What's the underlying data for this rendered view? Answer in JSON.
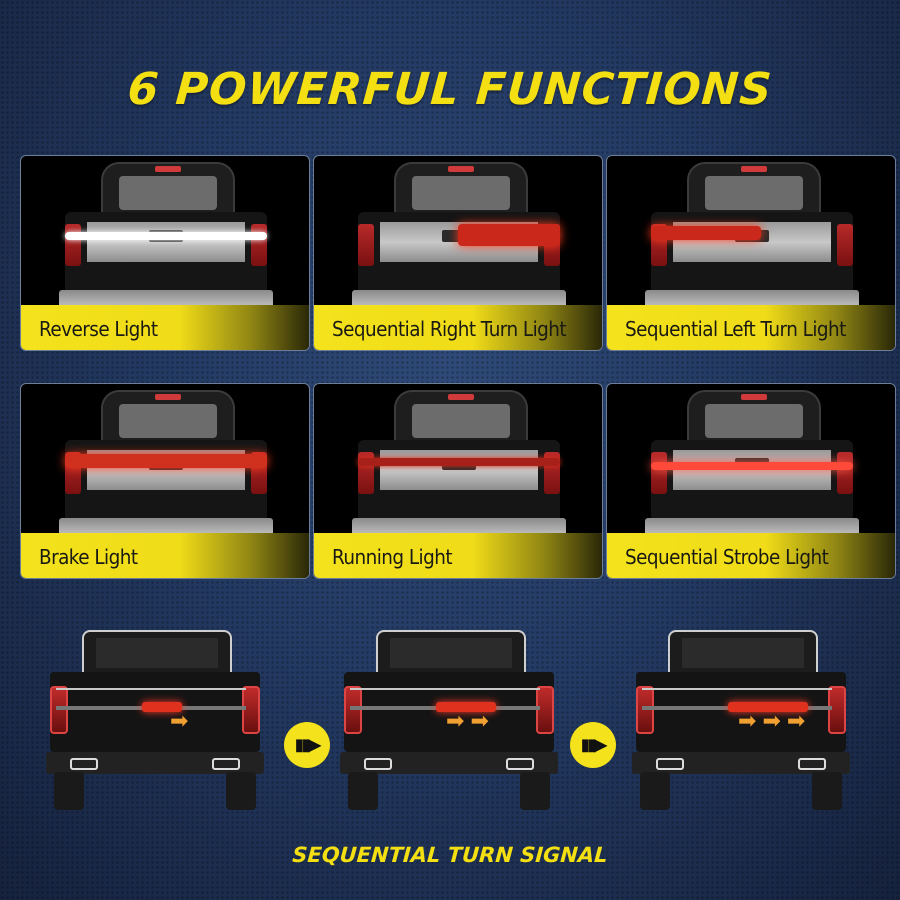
{
  "header": {
    "title": "6 POWERFUL FUNCTIONS"
  },
  "functions": [
    {
      "label": "Reverse Light",
      "mode": "reverse",
      "strip_color": "#ffffff"
    },
    {
      "label": "Sequential Right Turn Light",
      "mode": "right-turn",
      "strip_color": "#e0311f"
    },
    {
      "label": "Sequential Left Turn Light",
      "mode": "left-turn",
      "strip_color": "#e0311f"
    },
    {
      "label": "Brake Light",
      "mode": "brake",
      "strip_color": "#e0311f"
    },
    {
      "label": "Running Light",
      "mode": "running",
      "strip_color": "#c8281a"
    },
    {
      "label": "Sequential Strobe Light",
      "mode": "strobe",
      "strip_color": "#e0311f"
    }
  ],
  "sequence": {
    "steps": [
      {
        "arrows": 1,
        "arrow_icon": "orange-right-arrow"
      },
      {
        "arrows": 2,
        "arrow_icon": "orange-right-arrow"
      },
      {
        "arrows": 3,
        "arrow_icon": "orange-right-arrow"
      }
    ],
    "connector_icon": "next-step-arrow-icon",
    "title": "SEQUENTIAL TURN SIGNAL"
  },
  "colors": {
    "accent_yellow": "#f3df12",
    "background_blue": "#233a63",
    "arrow_orange": "#f0a030"
  }
}
